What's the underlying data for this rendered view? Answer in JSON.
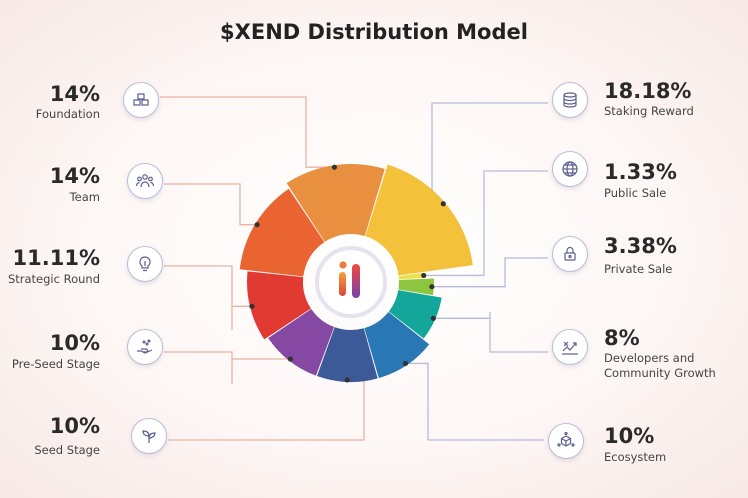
{
  "chart_data": {
    "type": "pie",
    "title": "$XEND Distribution Model",
    "slices": [
      {
        "percent": "18.18%",
        "label": "Staking Reward",
        "value": 18.18,
        "color": "#f3c13a",
        "icon": "database-stack-icon"
      },
      {
        "percent": "1.33%",
        "label": "Public Sale",
        "value": 1.33,
        "color": "#eee24a",
        "icon": "globe-icon"
      },
      {
        "percent": "3.38%",
        "label": "Private Sale",
        "value": 3.38,
        "color": "#8cc63f",
        "icon": "lock-icon"
      },
      {
        "percent": "8%",
        "label": "Developers and\nCommunity Growth",
        "value": 8,
        "color": "#13a69a",
        "icon": "growth-chart-icon"
      },
      {
        "percent": "10%",
        "label": "Ecosystem",
        "value": 10,
        "color": "#2a77b5",
        "icon": "cube-network-icon"
      },
      {
        "percent": "10%",
        "label": "Seed Stage",
        "value": 10,
        "color": "#3d5a98",
        "icon": "sprout-icon"
      },
      {
        "percent": "10%",
        "label": "Pre-Seed Stage",
        "value": 10,
        "color": "#8548a3",
        "icon": "hand-seed-icon"
      },
      {
        "percent": "11.11%",
        "label": "Strategic Round",
        "value": 11.11,
        "color": "#e03a33",
        "icon": "lightbulb-icon"
      },
      {
        "percent": "14%",
        "label": "Team",
        "value": 14,
        "color": "#ea6431",
        "icon": "team-icon"
      },
      {
        "percent": "14%",
        "label": "Foundation",
        "value": 14,
        "color": "#e8903f",
        "icon": "boxes-icon"
      }
    ]
  },
  "colors": {
    "connector": "#b7bbd8",
    "connector_warm": "#e8b3a5",
    "dot": "#333333"
  }
}
